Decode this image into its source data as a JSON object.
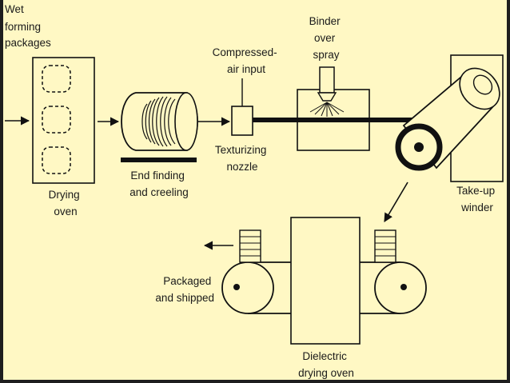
{
  "colors": {
    "background": "#fff8c4",
    "ink": "#111111",
    "frame": "#1e1e1e"
  },
  "labels": {
    "wet_forming_packages": [
      "Wet",
      "forming",
      "packages"
    ],
    "drying_oven": [
      "Drying",
      "oven"
    ],
    "end_finding": [
      "End finding",
      "and creeling"
    ],
    "compressed_air": [
      "Compressed-",
      "air input"
    ],
    "texturizing": [
      "Texturizing",
      "nozzle"
    ],
    "binder": [
      "Binder",
      "over",
      "spray"
    ],
    "take_up": [
      "Take-up",
      "winder"
    ],
    "packaged": [
      "Packaged",
      "and shipped"
    ],
    "dielectric": [
      "Dielectric",
      "drying oven"
    ]
  }
}
